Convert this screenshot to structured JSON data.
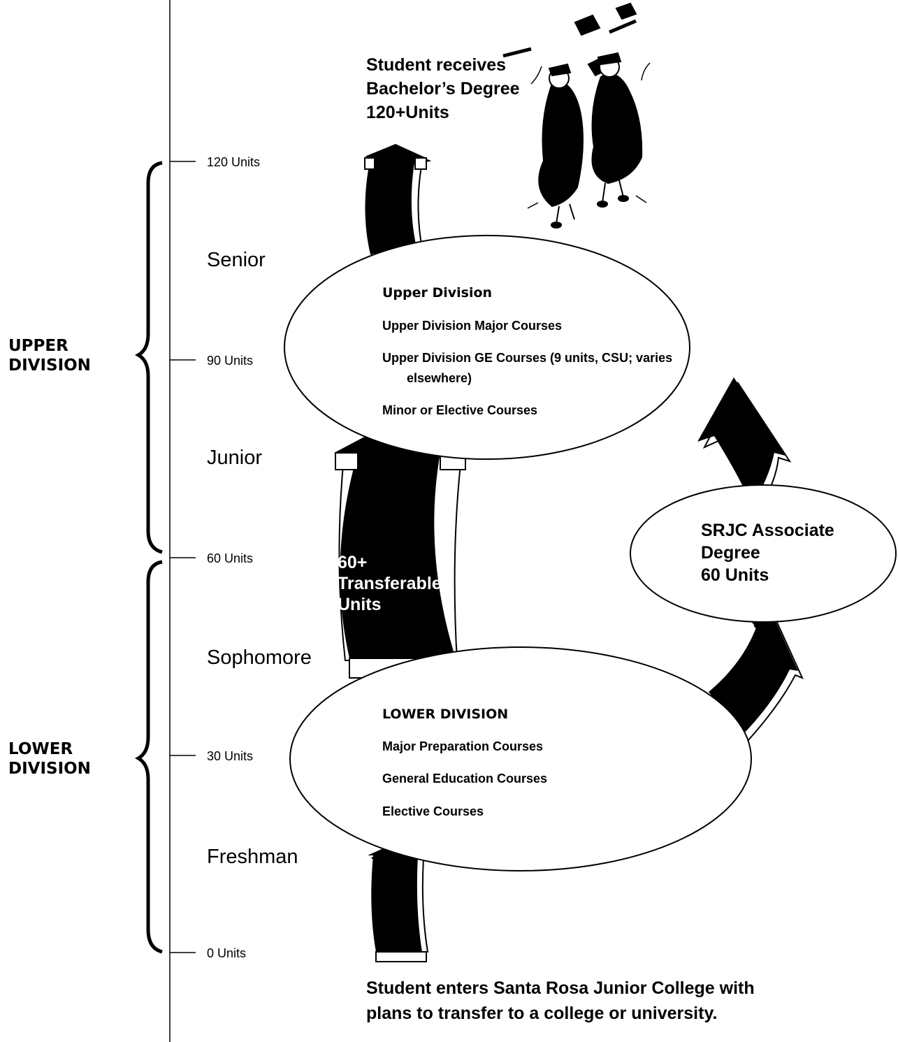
{
  "axis": {
    "ticks": [
      "120 Units",
      "90 Units",
      "60 Units",
      "30 Units",
      "0 Units"
    ]
  },
  "years": [
    "Senior",
    "Junior",
    "Sophomore",
    "Freshman"
  ],
  "divisions": {
    "upper": [
      "UPPER",
      "DIVISION"
    ],
    "lower": [
      "LOWER",
      "DIVISION"
    ]
  },
  "upper_ellipse": {
    "title": "Upper Division",
    "items": [
      "Upper Division Major Courses",
      "Upper Division GE Courses (9 units, CSU; varies",
      "elsewhere)",
      "Minor or Elective Courses"
    ]
  },
  "lower_ellipse": {
    "title": "LOWER DIVISION",
    "items": [
      "Major Preparation Courses",
      "General Education Courses",
      "Elective Courses"
    ]
  },
  "associate": {
    "lines": [
      "SRJC Associate",
      "Degree",
      "60 Units"
    ]
  },
  "transfer_arrow": {
    "lines": [
      "60+",
      "Transferable",
      "Units"
    ]
  },
  "bachelor": {
    "lines": [
      "Student receives",
      "Bachelor’s Degree",
      "120+Units"
    ]
  },
  "entry_caption": {
    "lines": [
      "Student enters Santa Rosa Junior College with",
      "plans to transfer to a college or university."
    ]
  },
  "illustration": {
    "icon": "graduates-celebrating-icon"
  }
}
